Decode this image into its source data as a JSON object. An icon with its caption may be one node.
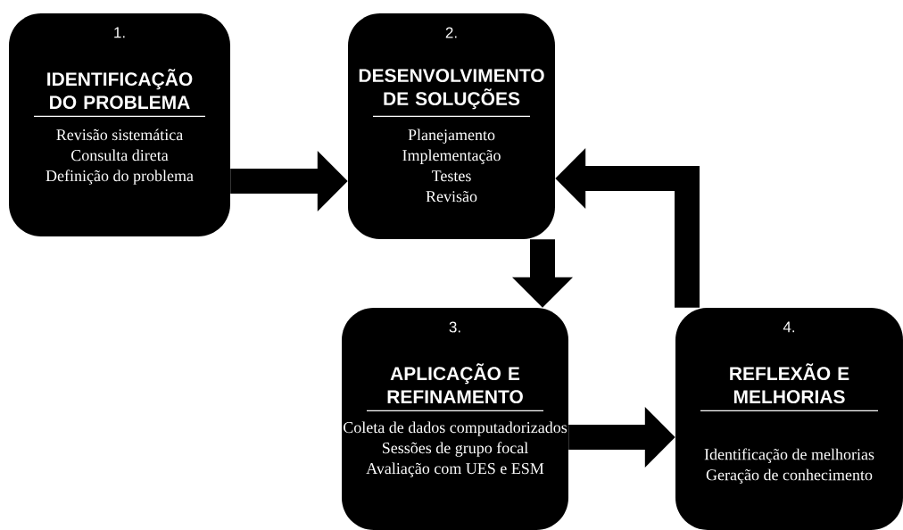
{
  "diagram": {
    "nodes": [
      {
        "text": [
          "1.",
          "IDENTIFICAÇÃO DO PROBLEMA",
          "Revisão sistemática",
          "Consulta direta",
          "Definição do problema"
        ]
      },
      {
        "text": [
          "2.",
          "DESENVOLVIMENTO DE SOLUÇÕES",
          "Planejamento",
          "Implementação",
          "Testes",
          "Revisão"
        ]
      },
      {
        "text": [
          "3.",
          "APLICAÇÃO E REFINAMENTO",
          "Coleta de dados computadorizados",
          "Sessões de grupo focal",
          "Avaliação com UES e ESM"
        ]
      },
      {
        "text": [
          "4.",
          "REFLEXÃO E MELHORIAS",
          "Identificação de melhorias",
          "Geração de conhecimento"
        ]
      }
    ],
    "edges": [
      {
        "from": 0,
        "to": 1,
        "arrow": "to"
      },
      {
        "from": 1,
        "to": 2,
        "arrow": "to"
      },
      {
        "from": 2,
        "to": 3,
        "arrow": "to"
      },
      {
        "from": 3,
        "to": 1,
        "arrow": "to"
      }
    ]
  }
}
